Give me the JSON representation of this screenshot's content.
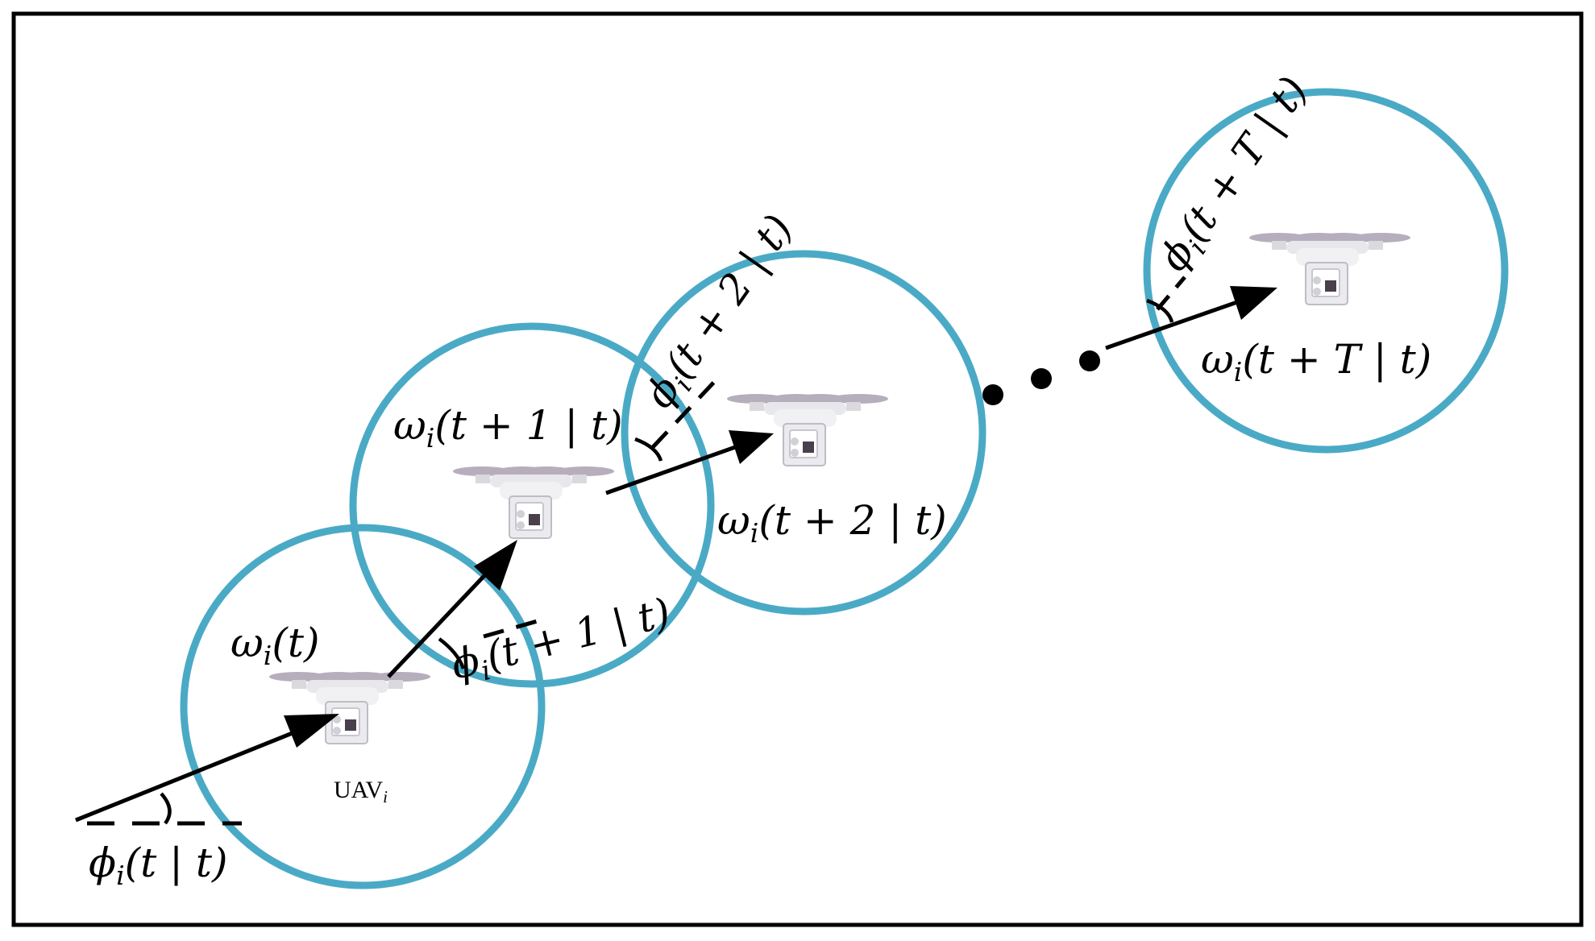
{
  "colors": {
    "zone_circle": "#4aaac6",
    "frame": "#000000",
    "arrow": "#000000"
  },
  "icons": {
    "uav": "quadcopter-drone-icon"
  },
  "zones": [
    {
      "omega": "ω",
      "sub": "i",
      "arg": "(t)"
    },
    {
      "omega": "ω",
      "sub": "i",
      "arg": "(t + 1 | t)"
    },
    {
      "omega": "ω",
      "sub": "i",
      "arg": "(t + 2 | t)"
    },
    {
      "omega": "ω",
      "sub": "i",
      "arg": "(t + T | t)"
    }
  ],
  "headings": [
    {
      "phi": "ϕ",
      "sub": "i",
      "arg": "(t | t)"
    },
    {
      "phi": "ϕ",
      "sub": "i",
      "arg": "(t + 1 | t)"
    },
    {
      "phi": "ϕ",
      "sub": "i",
      "arg": "(t + 2 | t)"
    },
    {
      "phi": "ϕ",
      "sub": "i",
      "arg": "(t + T | t)"
    }
  ],
  "uav_label": {
    "text": "UAV",
    "sub": "i"
  }
}
